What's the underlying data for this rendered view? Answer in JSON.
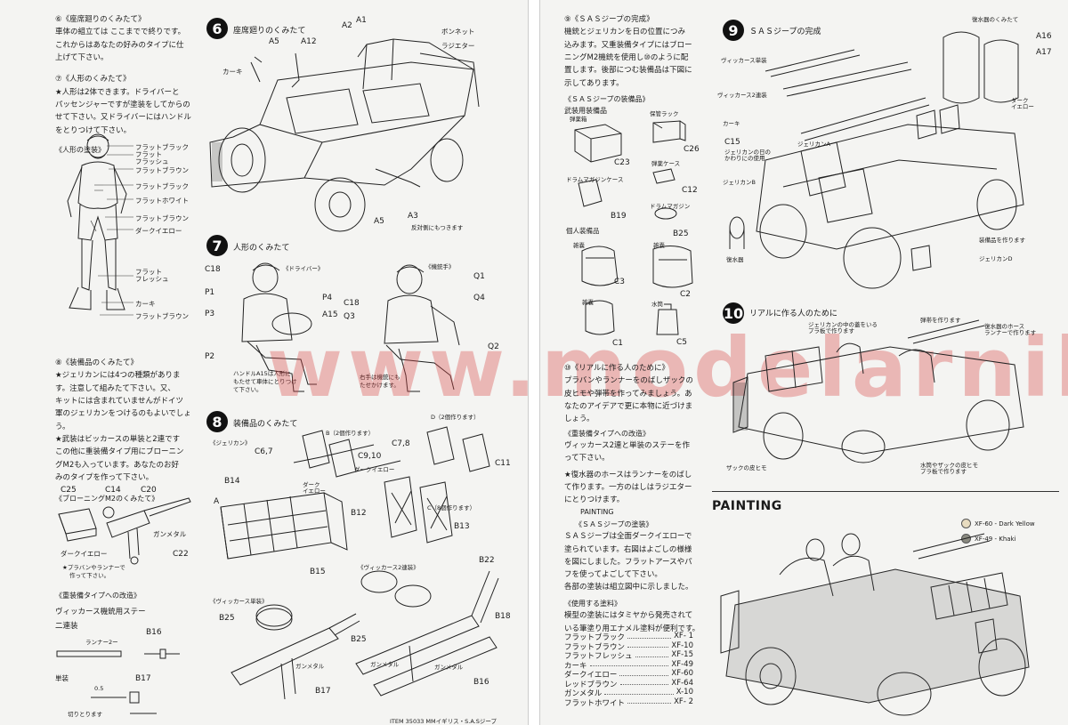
{
  "left_text": {
    "s6_head": "⑥《座席廻りのくみたて》",
    "s6_p1": "車体の組立ては ここまでで終りです。",
    "s6_p2": "これからはあなたの好みのタイプに仕",
    "s6_p3": "上げて下さい。",
    "s7_head": "⑦《人形のくみたて》",
    "s7_p1": "★人形は2体できます。ドライバーと",
    "s7_p2": "パッセンジャーですが塗装をしてからの",
    "s7_p3": "せて下さい。又ドライバーにはハンドル",
    "s7_p4": "をとりつけて下さい。",
    "figure_paint_head": "《人形の塗装》",
    "s8_head": "⑧《装備品のくみたて》",
    "s8_p1": "★ジェリカンには4つの種類がありま",
    "s8_p2": "す。注意して組みたて下さい。又、",
    "s8_p3": "キットには含まれていませんがドイツ",
    "s8_p4": "軍のジェリカンをつけるのもよいでしょ",
    "s8_p5": "う。",
    "s8_p6": "★武装はビッカースの単装と2連です",
    "s8_p7": "この他に重装備タイプ用にブローニン",
    "s8_p8": "グM2も入っています。あなたのお好",
    "s8_p9": "みのタイプを作って下さい。",
    "browning_head": "《ブローニングM2のくみたて》",
    "browning_note1": "★プラバンやランナーで",
    "browning_note2": "作って下さい。",
    "heavy_head": "《重装備タイプへの改造》",
    "vickers_stay": "ヴィッカース機銃用ステー",
    "double_mount": "二連装",
    "single_mount": "単装",
    "runner": "ランナー2ー",
    "cut": "切りとります",
    "dim": "0.5"
  },
  "figure_colors": [
    "フラットブラック",
    "フラット\nフラッシュ",
    "フラットブラウン",
    "フラットブラック",
    "フラットホワイト",
    "フラットブラウン",
    "ダークイエロー",
    "フラット\nフレッシュ",
    "カーキ",
    "フラットブラウン"
  ],
  "browning_labels": {
    "c25": "C25",
    "c14": "C14",
    "c20": "C20",
    "c22": "C22",
    "gunmetal": "ガンメタル",
    "darkyellow": "ダークイエロー"
  },
  "stay_labels": {
    "b16": "B16",
    "b17": "B17"
  },
  "step6": {
    "num": "6",
    "title": "座席廻りのくみたて",
    "labels": [
      "A2",
      "A1",
      "A5",
      "A12",
      "ボンネット",
      "ラジエター",
      "カーキ",
      "A5",
      "A3",
      "反対側にもつきます"
    ]
  },
  "step7": {
    "num": "7",
    "title": "人形のくみたて",
    "driver": "《ドライバー》",
    "gunner": "《機銃手》",
    "labels": [
      "C18",
      "P1",
      "P3",
      "P2",
      "P4",
      "A15",
      "Q1",
      "C18",
      "Q3",
      "Q4",
      "Q2"
    ],
    "note_driver1": "ハンドルA15は人形に",
    "note_driver2": "もたせて車体にとりつけ",
    "note_driver3": "て下さい。",
    "note_gunner1": "右手は機銃にも",
    "note_gunner2": "たせかけます。"
  },
  "step8": {
    "num": "8",
    "title": "装備品のくみたて",
    "jerrycan": "《ジェリカン》",
    "labels": [
      "B（2個作ります）",
      "D（2個作ります）",
      "C6,7",
      "C7,8",
      "C9,10",
      "C11",
      "ダークイエロー",
      "B14",
      "A",
      "B12",
      "B13",
      "C（8個作ります）",
      "B15",
      "ダーク\nイエロー"
    ],
    "vickers_double": "《ヴィッカース2連装》",
    "vickers_single": "《ヴィッカース単装》",
    "vlabels": [
      "B22",
      "B25",
      "B18",
      "B25",
      "ガンメタル",
      "ガンメタル",
      "B17",
      "ガンメタル",
      "B16"
    ]
  },
  "right_text": {
    "s9_head": "⑨《ＳＡＳジープの完成》",
    "s9_p1": "機銃とジェリカンを日の位置につみ",
    "s9_p2": "込みます。又重装備タイプにはブロー",
    "s9_p3": "ニングM2機銃を使用し⑩のように配",
    "s9_p4": "置します。後部につむ装備品は下図に",
    "s9_p5": "示してあります。",
    "equip_head": "《ＳＡＳジープの装備品》",
    "weapons_head": "武装用装備品",
    "personal_head": "個人装備品",
    "s10_head": "⑩《リアルに作る人のために》",
    "s10_p1": "プラバンやランナーをのばしザックの",
    "s10_p2": "皮ヒモや弾帯を作ってみましょう。あ",
    "s10_p3": "なたのアイデアで更に本物に近づけま",
    "s10_p4": "しょう。",
    "heavy_head": "《重装備タイプへの改造》",
    "heavy_p1": "ヴィッカース2連と単装のステーを作",
    "heavy_p2": "って下さい。",
    "hose_p1": "★復水器のホースはランナーをのばし",
    "hose_p2": "て作ります。一方のはしはラジエター",
    "hose_p3": "にとりつけます。",
    "painting_en": "PAINTING",
    "paint_head": "《ＳＡＳジープの塗装》",
    "paint_p1": "ＳＡＳジープは全面ダークイエローで",
    "paint_p2": "塗られています。右図はよごしの様様",
    "paint_p3": "を図にしました。フラットアースやパ",
    "paint_p4": "フを使ってよごして下さい。",
    "paint_p5": "各部の塗装は組立図中に示しました。",
    "used_head": "《使用する塗料》",
    "used_p1": "模型の塗装にはタミヤから発売されて",
    "used_p2": "いる筆塗り用エナメル塗料が便利です。"
  },
  "equipment": [
    {
      "label": "弾薬箱",
      "part": "C23"
    },
    {
      "label": "保管ラック",
      "part": "C26"
    },
    {
      "label": "弾薬ケース",
      "part": "C12"
    },
    {
      "label": "ドラムマガジンケース",
      "part": "B19"
    },
    {
      "label": "ドラムマガジン",
      "part": "B25"
    },
    {
      "label": "雑嚢",
      "part": "C3"
    },
    {
      "label": "雑嚢",
      "part": "C2"
    },
    {
      "label": "雑嚢",
      "part": "C1"
    },
    {
      "label": "水筒",
      "part": "C5"
    }
  ],
  "step9": {
    "num": "9",
    "title": "ＳＡＳジープの完成",
    "labels": [
      "復水器のくみたて",
      "A16",
      "A17",
      "ダーク\nイエロー",
      "ヴィッカース単装",
      "ヴィッカース2連装",
      "カーキ",
      "C15",
      "ジェリカンの日の\nかわりにの使用",
      "ジェリカンA",
      "ジェリカンB",
      "装備品を作ります",
      "復水器",
      "ジェリカンD"
    ]
  },
  "step10": {
    "num": "10",
    "title": "リアルに作る人のために",
    "labels": [
      "ジェリカンの中の蓋をいる\nプラ板で作ります",
      "弾帯を作ります",
      "復水器のホース\nランナーで作ります",
      "ザックの皮ヒモ",
      "水筒やザックの皮ヒモ\nプラ板で作ります"
    ]
  },
  "painting_title": "PAINTING",
  "legend": [
    {
      "text": "XF-60 - Dark Yellow",
      "color": "#e8dcc0"
    },
    {
      "text": "XF-49 - Khaki",
      "color": "#8a8a80"
    }
  ],
  "paints": [
    {
      "name": "フラットブラック",
      "code": "XF- 1"
    },
    {
      "name": "フラットブラウン",
      "code": "XF-10"
    },
    {
      "name": "フラットフレッシュ",
      "code": "XF-15"
    },
    {
      "name": "カーキ",
      "code": "XF-49"
    },
    {
      "name": "ダークイエロー",
      "code": "XF-60"
    },
    {
      "name": "レッドブラウン",
      "code": "XF-64"
    },
    {
      "name": "ガンメタル",
      "code": "X-10"
    },
    {
      "name": "フラットホワイト",
      "code": "XF- 2"
    }
  ],
  "footer": "ITEM 35033  MMイギリス・S.A.Sジープ",
  "watermark": "www.modelarnik.cz"
}
